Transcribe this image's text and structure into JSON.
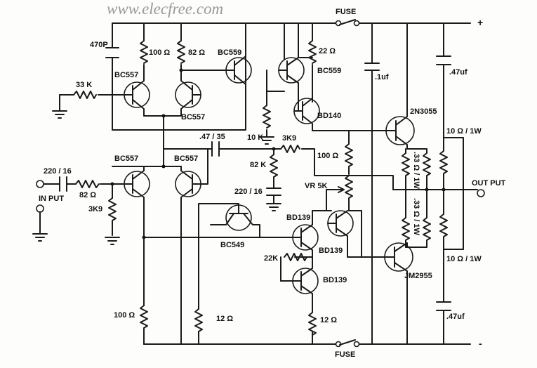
{
  "watermark": "www.elecfree.com",
  "rails": {
    "positive": "+",
    "negative": "-"
  },
  "fuses": {
    "top": "FUSE",
    "bottom": "FUSE"
  },
  "terminals": {
    "input": "IN PUT",
    "output": "OUT PUT"
  },
  "transistors": {
    "q1": "BC557",
    "q2": "BC557",
    "q3": "BC559",
    "q4": "BC559",
    "q5": "BD140",
    "q6": "BC557",
    "q7": "BC557",
    "q8": "BC549",
    "q9": "BD139",
    "q10": "BD139",
    "q11": "BD139",
    "q_out_top": "2N3055",
    "q_out_bottom": "JM2955"
  },
  "resistors": {
    "r_33k": "33 K",
    "r_100_top": "100 Ω",
    "r_82_top": "82 Ω",
    "r_22": "22 Ω",
    "r_10k": "10 K",
    "r_3k9_fb": "3K9",
    "r_82k": "82 K",
    "r_100_mid": "100 Ω",
    "vr": "VR 5K",
    "r_82_in": "82 Ω",
    "r_3k9_in": "3K9",
    "r_22k": "22K",
    "r_100_bot": "100 Ω",
    "r_12_a": "12 Ω",
    "r_12_b": "12 Ω",
    "r_emit_top": ".33 Ω / 1W",
    "r_emit_bot": ".33 Ω / 1W",
    "r_10_top": "10 Ω / 1W",
    "r_10_bot": "10 Ω / 1W"
  },
  "capacitors": {
    "c_470p": "470P",
    "c_in": "220 / 16",
    "c_fb": ".47 / 35",
    "c_220": "220 / 16",
    "c_1uf": ".1uf",
    "c_47_top": ".47uf",
    "c_47_bot": ".47uf"
  }
}
